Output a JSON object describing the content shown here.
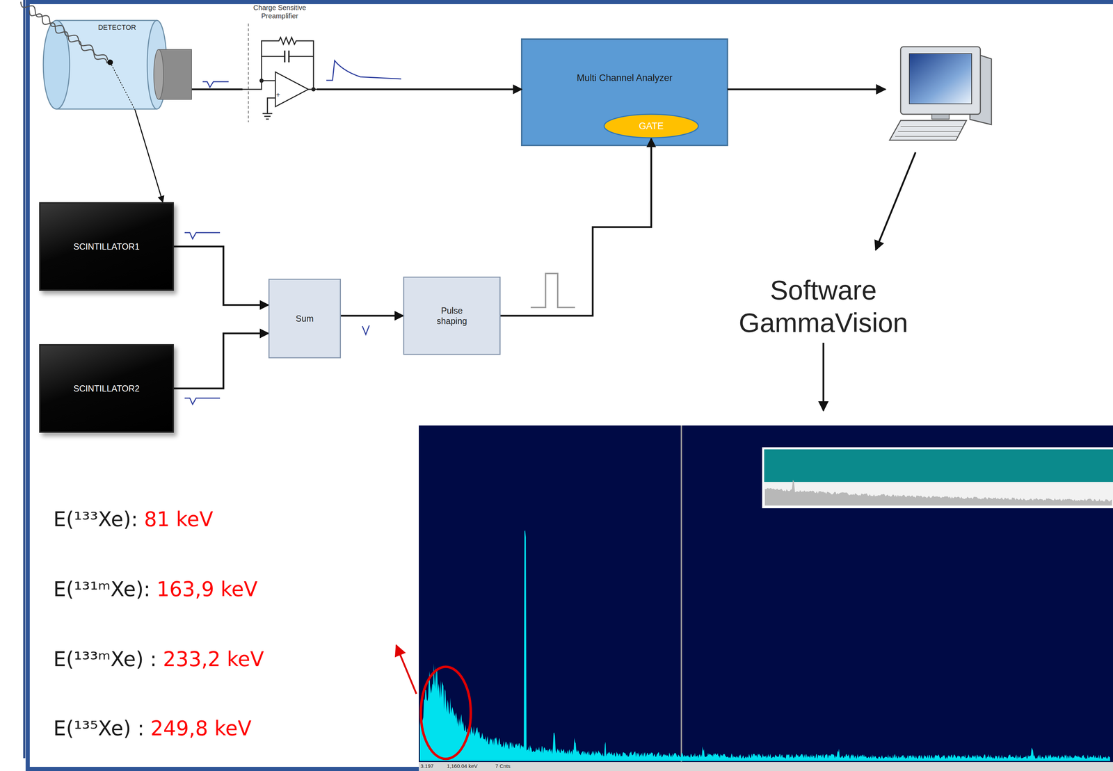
{
  "diagram": {
    "nodes": [
      {
        "text": [
          "DETECTOR"
        ]
      },
      {
        "text": [
          "Charge Sensitive Preamplifier"
        ]
      },
      {
        "text": [
          "Multi Channel Analyzer"
        ]
      },
      {
        "text": [
          "GATE"
        ],
        "in": 2
      },
      {
        "text": [
          "SCINTILLATOR1"
        ]
      },
      {
        "text": [
          "SCINTILLATOR2"
        ]
      },
      {
        "text": [
          "Sum"
        ]
      },
      {
        "text": [
          "Pulse shaping"
        ]
      }
    ],
    "edges": [
      {
        "from": 0,
        "to": 1,
        "arrow": "none"
      },
      {
        "from": 1,
        "to": 2,
        "arrow": "to"
      },
      {
        "from": 0,
        "to": 4,
        "arrow": "to"
      },
      {
        "from": 4,
        "to": 6,
        "arrow": "to"
      },
      {
        "from": 5,
        "to": 6,
        "arrow": "to"
      },
      {
        "from": 6,
        "to": 7,
        "arrow": "to"
      },
      {
        "from": 7,
        "to": 3,
        "arrow": "to"
      }
    ],
    "labels": [
      "Software GammaVision",
      "+",
      "E(¹³³Xe):",
      "81 keV",
      "E(¹³¹ᵐXe):",
      "163,9 keV",
      "E(¹³³ᵐXe) :",
      "233,2 keV",
      "E(¹³⁵Xe) :",
      "249,8 keV",
      "3.197",
      "1,160.04 keV",
      "7 Cnts"
    ]
  }
}
